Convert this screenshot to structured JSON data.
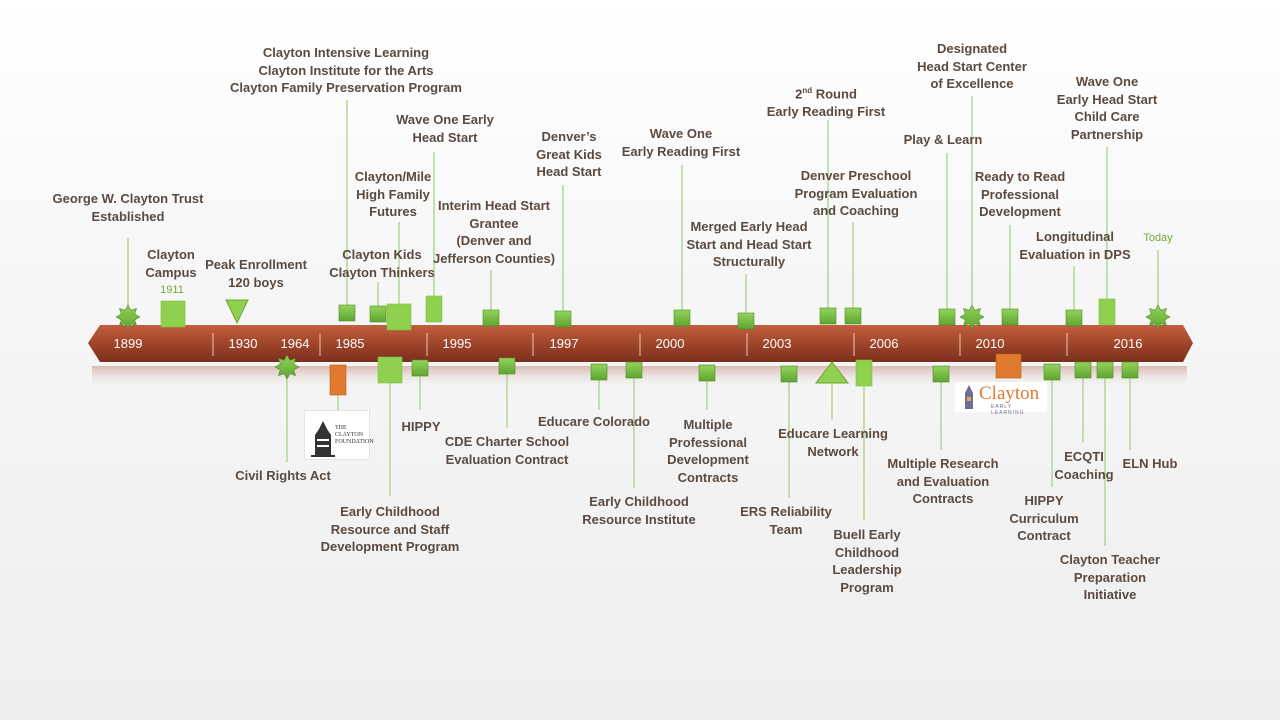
{
  "timeline": {
    "axis_years": [
      "1899",
      "1930",
      "1964",
      "1985",
      "1995",
      "1997",
      "2000",
      "2003",
      "2006",
      "2010",
      "2016"
    ],
    "today_label": "Today",
    "campus_year": "1911",
    "events_above": [
      {
        "id": "trust",
        "label": "George W. Clayton Trust\nEstablished",
        "marker": "star"
      },
      {
        "id": "campus",
        "label": "Clayton\nCampus",
        "marker": "square-large"
      },
      {
        "id": "peak",
        "label": "Peak Enrollment\n120  boys",
        "marker": "triangle-down"
      },
      {
        "id": "intensive",
        "label": "Clayton Intensive Learning\nClayton Institute for the Arts\nClayton Family Preservation Program",
        "marker": "square"
      },
      {
        "id": "kids",
        "label": "Clayton Kids\nClayton Thinkers",
        "marker": "square"
      },
      {
        "id": "mile",
        "label": "Clayton/Mile\nHigh Family\nFutures",
        "marker": "square-large"
      },
      {
        "id": "waveone-ehs",
        "label": "Wave One Early\nHead Start",
        "marker": "square-tall"
      },
      {
        "id": "interim",
        "label": "Interim Head Start\nGrantee\n(Denver and\nJefferson Counties)",
        "marker": "square"
      },
      {
        "id": "gkhs",
        "label": "Denver’s\nGreat Kids\nHead Start",
        "marker": "square"
      },
      {
        "id": "waveone-erf",
        "label": "Wave One\nEarly Reading First",
        "marker": "square"
      },
      {
        "id": "merged",
        "label": "Merged Early Head\nStart and Head Start\nStructurally",
        "marker": "square"
      },
      {
        "id": "second-round",
        "label": "Round\nEarly Reading First",
        "marker": "square",
        "prefix": "2",
        "sup": "nd"
      },
      {
        "id": "preschool",
        "label": "Denver Preschool\nProgram Evaluation\nand Coaching",
        "marker": "square"
      },
      {
        "id": "play",
        "label": "Play & Learn",
        "marker": "square"
      },
      {
        "id": "excellence",
        "label": "Designated\nHead Start Center\nof Excellence",
        "marker": "star"
      },
      {
        "id": "ready",
        "label": "Ready to Read\nProfessional\nDevelopment",
        "marker": "square"
      },
      {
        "id": "longitudinal",
        "label": "Longitudinal\nEvaluation in DPS",
        "marker": "square"
      },
      {
        "id": "wave-ccp",
        "label": "Wave One\nEarly Head Start\nChild Care\nPartnership",
        "marker": "square-tall"
      },
      {
        "id": "today",
        "label": "",
        "marker": "star"
      }
    ],
    "events_below": [
      {
        "id": "civil",
        "label": "Civil Rights Act",
        "marker": "star"
      },
      {
        "id": "foundation",
        "label": "",
        "marker": "orange-rect"
      },
      {
        "id": "ecrsd",
        "label": "Early Childhood\nResource and Staff\nDevelopment Program",
        "marker": "square-large"
      },
      {
        "id": "hippy",
        "label": "HIPPY",
        "marker": "square"
      },
      {
        "id": "cde",
        "label": "CDE Charter School\nEvaluation Contract",
        "marker": "square"
      },
      {
        "id": "educare-co",
        "label": "Educare Colorado",
        "marker": "square"
      },
      {
        "id": "ecri",
        "label": "Early Childhood\nResource Institute",
        "marker": "square"
      },
      {
        "id": "mpdc",
        "label": "Multiple\nProfessional\nDevelopment\nContracts",
        "marker": "square"
      },
      {
        "id": "ers",
        "label": "ERS Reliability\nTeam",
        "marker": "square"
      },
      {
        "id": "eln-net",
        "label": "Educare Learning\nNetwork",
        "marker": "triangle-up"
      },
      {
        "id": "buell",
        "label": "Buell Early\nChildhood\nLeadership\nProgram",
        "marker": "square-tall"
      },
      {
        "id": "mrec",
        "label": "Multiple Research\nand Evaluation\nContracts",
        "marker": "square"
      },
      {
        "id": "rename",
        "label": "",
        "marker": "orange-square"
      },
      {
        "id": "hippy-cc",
        "label": "HIPPY\nCurriculum\nContract",
        "marker": "square"
      },
      {
        "id": "ecqti",
        "label": "ECQTI\nCoaching",
        "marker": "square"
      },
      {
        "id": "ctpi",
        "label": "Clayton Teacher\nPreparation\nInitiative",
        "marker": "square"
      },
      {
        "id": "eln-hub",
        "label": "ELN Hub",
        "marker": "square"
      }
    ],
    "logos": {
      "foundation_text": "THE\nCLAYTON\nFOUNDATION",
      "clayton_brand": "Clayton",
      "clayton_sub": "EARLY LEARNING"
    }
  },
  "colors": {
    "bar": "#a0452a",
    "bar_dark": "#7a2f1c",
    "green": "#7cc243",
    "green_dark": "#4e8c26",
    "orange": "#e07a2e",
    "label": "#5b4a3f",
    "today": "#6ea83a"
  }
}
